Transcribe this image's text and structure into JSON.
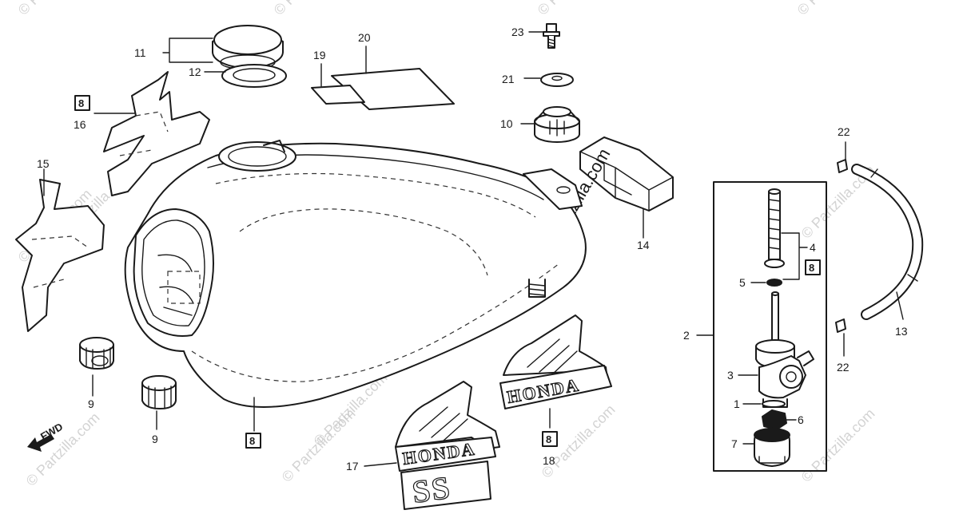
{
  "watermark": "© Partzilla.com",
  "fwd_label": "FWD",
  "emblem_text": "HONDA",
  "model_text": "SS",
  "callouts": {
    "c1": "1",
    "c2": "2",
    "c3": "3",
    "c4": "4",
    "c5": "5",
    "c6": "6",
    "c7": "7",
    "c8": "8",
    "c9": "9",
    "c10": "10",
    "c11": "11",
    "c12": "12",
    "c13": "13",
    "c14": "14",
    "c15": "15",
    "c16": "16",
    "c17": "17",
    "c18": "18",
    "c19": "19",
    "c20": "20",
    "c21": "21",
    "c22": "22",
    "c23": "23"
  }
}
